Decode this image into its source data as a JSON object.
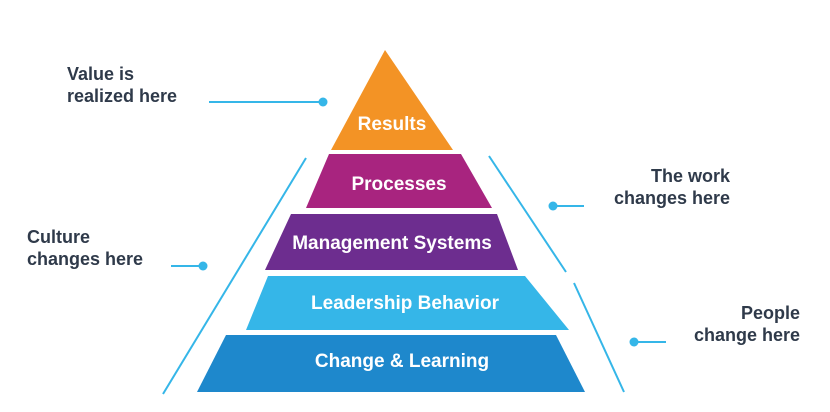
{
  "pyramid": {
    "tiers": [
      {
        "label": "Results",
        "color": "#f39325"
      },
      {
        "label": "Processes",
        "color": "#a8247f"
      },
      {
        "label": "Management Systems",
        "color": "#6d2d8f"
      },
      {
        "label": "Leadership Behavior",
        "color": "#35b6e8"
      },
      {
        "label": "Change & Learning",
        "color": "#1e88cc"
      }
    ]
  },
  "annotations": {
    "value": "Value is\nrealized here",
    "culture": "Culture\nchanges here",
    "work": "The work\nchanges here",
    "people": "People\nchange here"
  },
  "colors": {
    "accent_line": "#35b6e8",
    "text": "#2f3a4a"
  }
}
